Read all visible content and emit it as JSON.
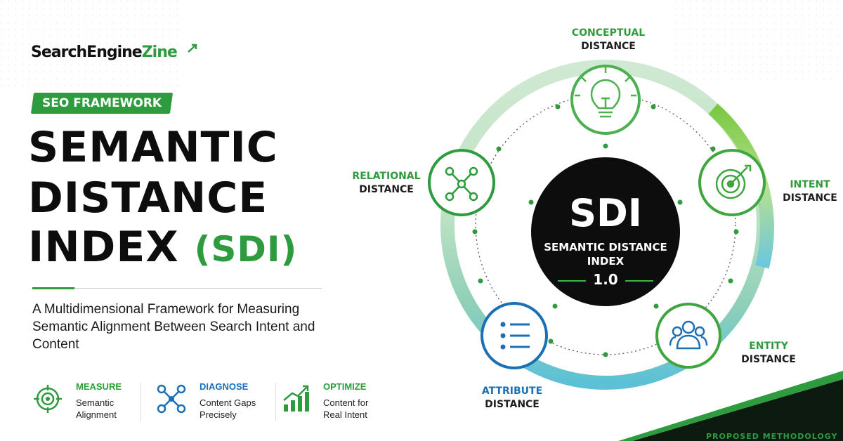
{
  "brand": {
    "name_part1": "SearchEngine",
    "name_part2": "Zine"
  },
  "badge": {
    "label": "SEO FRAMEWORK"
  },
  "title": {
    "line1": "SEMANTIC",
    "line2": "DISTANCE",
    "line3": "INDEX",
    "abbr": "(SDI)"
  },
  "subtitle": "A Multidimensional Framework for Measuring Semantic Alignment Between Search Intent and Content",
  "features": [
    {
      "icon": "target-icon",
      "heading": "MEASURE",
      "line1": "Semantic",
      "line2": "Alignment"
    },
    {
      "icon": "network-icon",
      "heading": "DIAGNOSE",
      "line1": "Content Gaps",
      "line2": "Precisely"
    },
    {
      "icon": "growth-chart-icon",
      "heading": "OPTIMIZE",
      "line1": "Content for",
      "line2": "Real Intent"
    }
  ],
  "diagram": {
    "center": {
      "abbr": "SDI",
      "name_line1": "SEMANTIC DISTANCE",
      "name_line2": "INDEX",
      "version": "1.0"
    },
    "nodes": [
      {
        "icon": "lightbulb-icon",
        "label_accent": "CONCEPTUAL",
        "label_rest": "DISTANCE"
      },
      {
        "icon": "target-arrow-icon",
        "label_accent": "INTENT",
        "label_rest": "DISTANCE"
      },
      {
        "icon": "people-icon",
        "label_accent": "ENTITY",
        "label_rest": "DISTANCE"
      },
      {
        "icon": "list-icon",
        "label_accent": "ATTRIBUTE",
        "label_rest": "DISTANCE"
      },
      {
        "icon": "network-icon",
        "label_accent": "RELATIONAL",
        "label_rest": "DISTANCE"
      }
    ]
  },
  "colors": {
    "green": "#2e9b3e",
    "blue": "#1a6fb5",
    "dark": "#0d0d0d"
  },
  "corner": {
    "text": "PROPOSED METHODOLOGY"
  }
}
